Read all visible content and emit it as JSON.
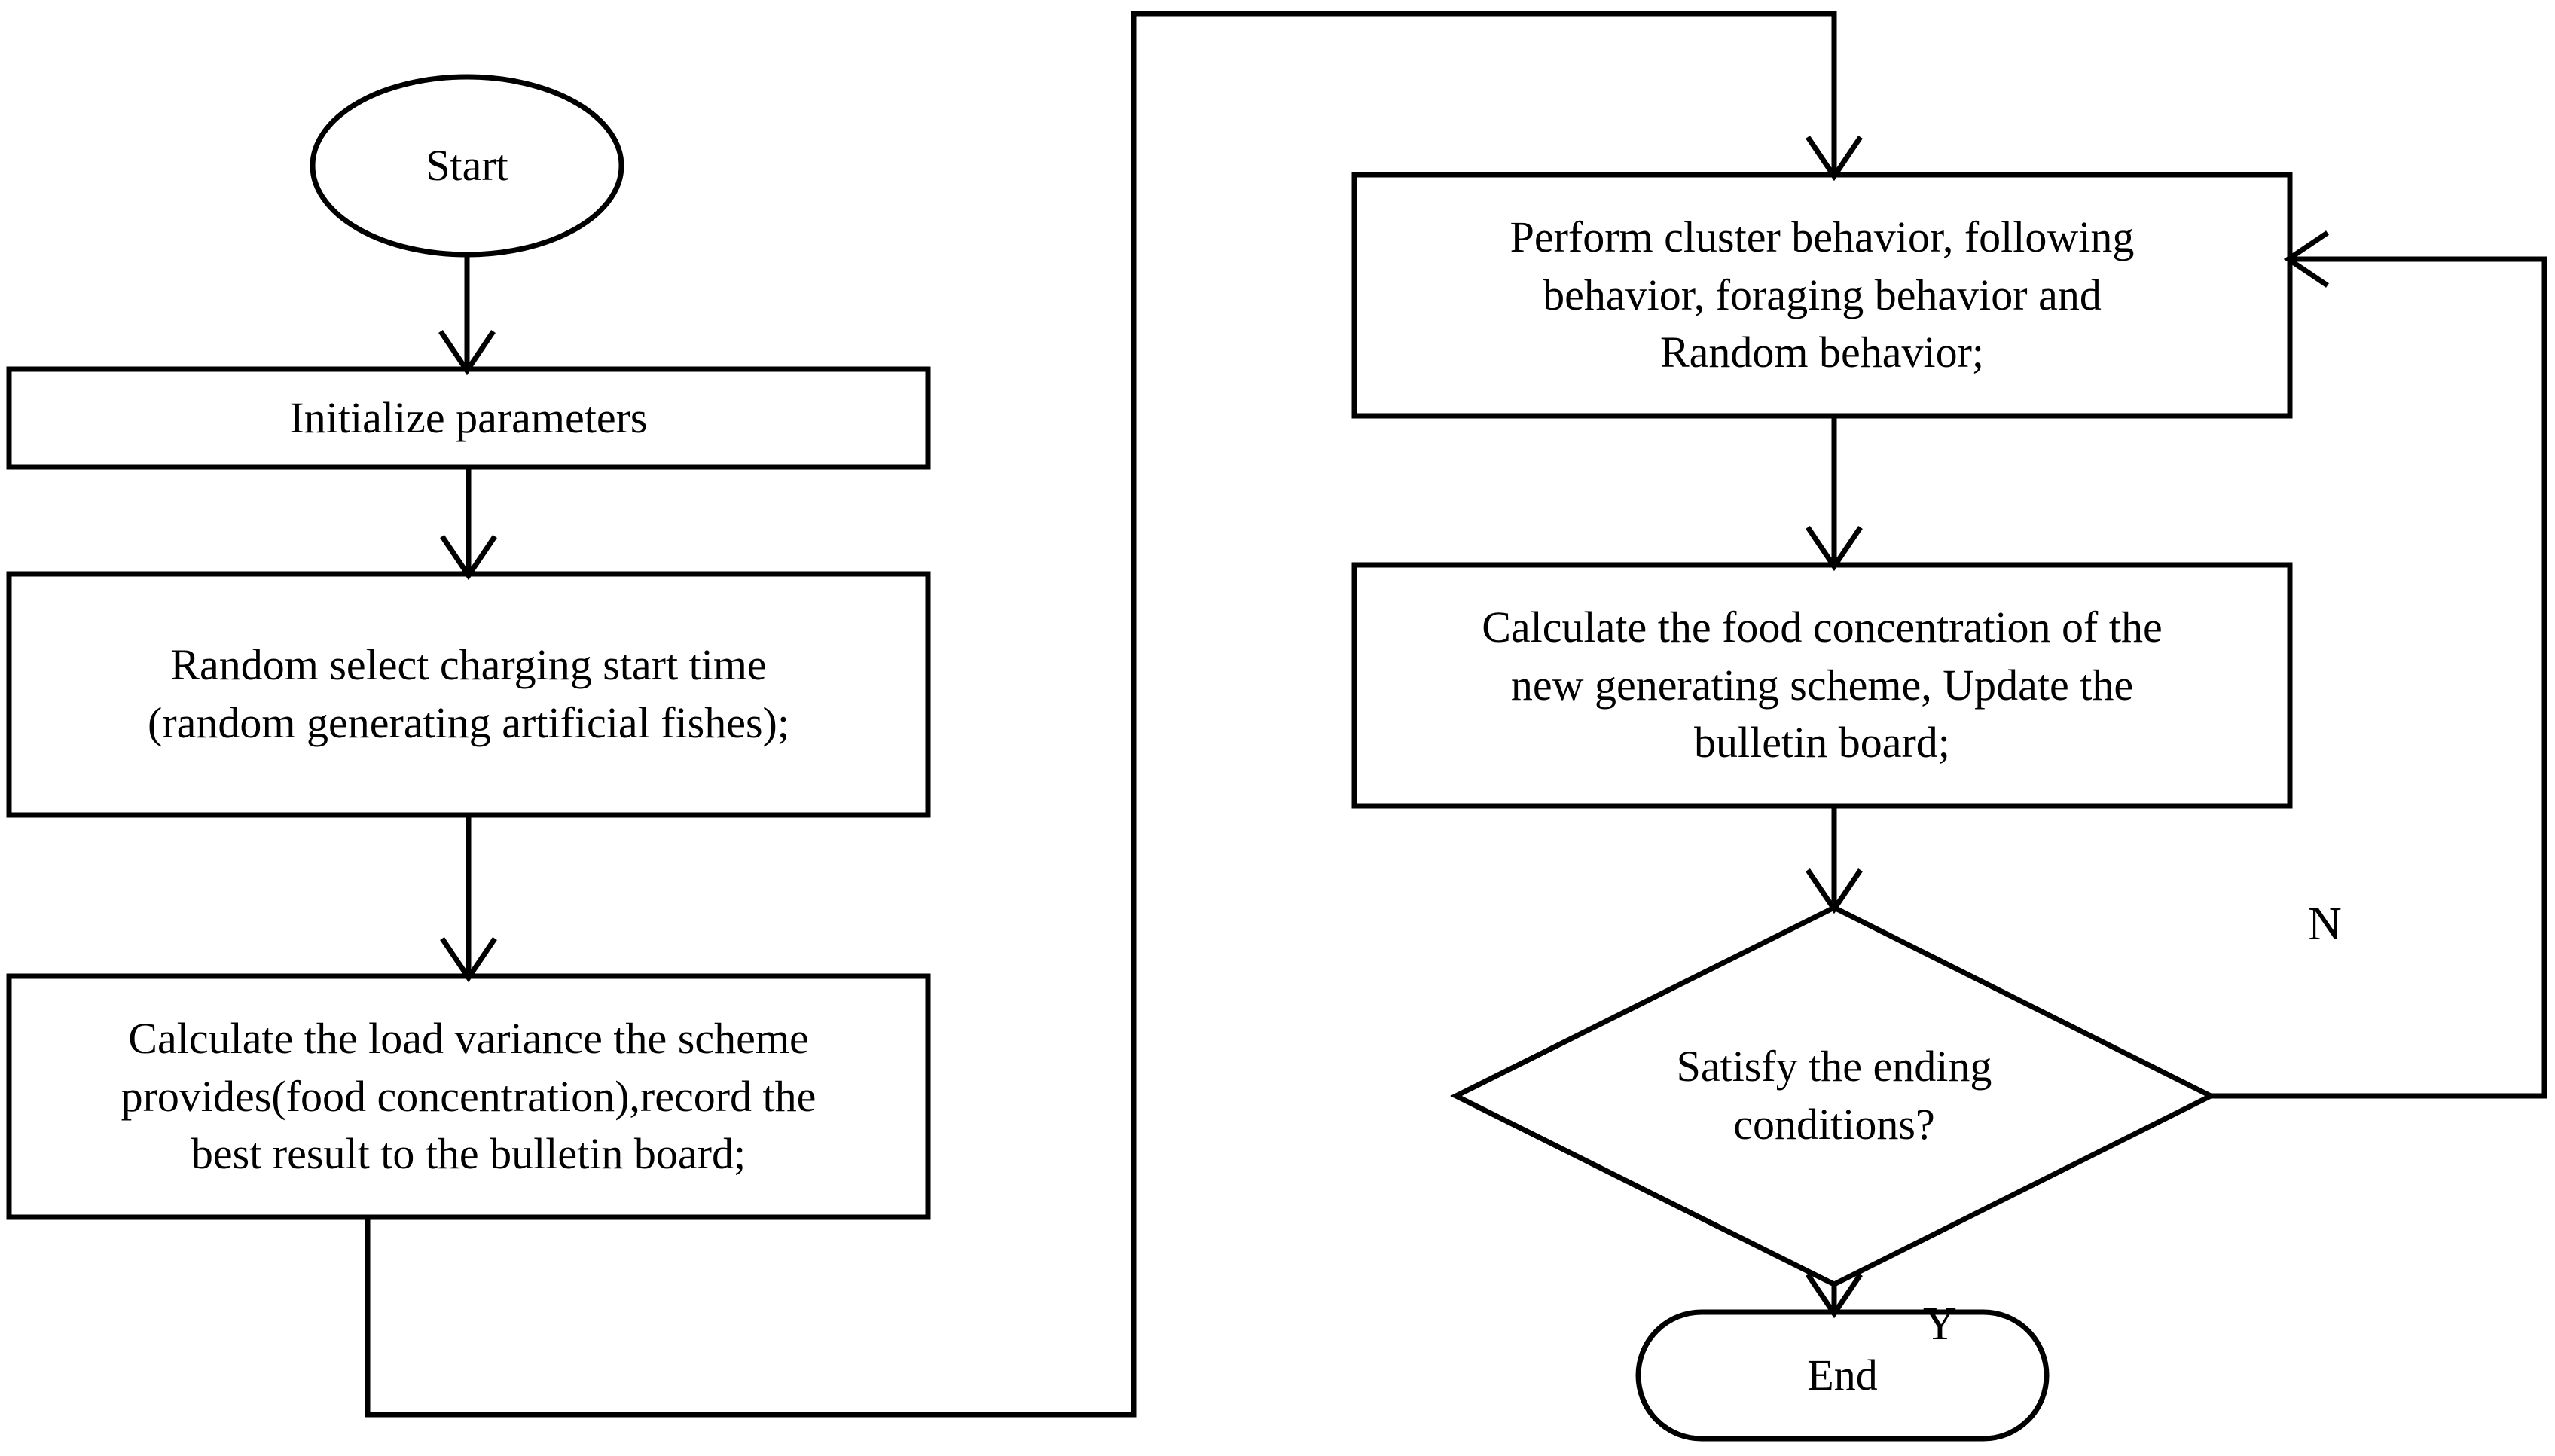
{
  "diagram": {
    "type": "flowchart",
    "title": "Artificial Fish Swarm Algorithm charging scheduling flowchart",
    "orientation": "two-column, top-to-bottom with feedback loops",
    "background_color": "#FFFFFF",
    "stroke_color": "#000000"
  },
  "nodes": {
    "start": {
      "label": "Start",
      "shape": "ellipse",
      "role": "terminator"
    },
    "initialize": {
      "label": "Initialize parameters",
      "shape": "rectangle",
      "role": "process"
    },
    "random_select": {
      "label": "Random select charging start time\n(random generating artificial fishes);",
      "shape": "rectangle",
      "role": "process"
    },
    "calculate_variance": {
      "label": "Calculate the load variance the scheme\nprovides(food concentration),record the\nbest result to the bulletin board;",
      "shape": "rectangle",
      "role": "process"
    },
    "perform_behavior": {
      "label": "Perform cluster behavior, following\nbehavior, foraging behavior and\nRandom behavior;",
      "shape": "rectangle",
      "role": "process"
    },
    "calculate_food": {
      "label": "Calculate the food concentration of the\nnew generating scheme, Update the\nbulletin board;",
      "shape": "rectangle",
      "role": "process"
    },
    "decision": {
      "label": "Satisfy the ending\nconditions?",
      "shape": "diamond",
      "role": "decision"
    },
    "end": {
      "label": "End",
      "shape": "rounded-rectangle",
      "role": "terminator"
    }
  },
  "edge_labels": {
    "no_branch": "N",
    "yes_branch": "Y"
  },
  "edges": [
    {
      "from": "start",
      "to": "initialize",
      "label": ""
    },
    {
      "from": "initialize",
      "to": "random_select",
      "label": ""
    },
    {
      "from": "random_select",
      "to": "calculate_variance",
      "label": ""
    },
    {
      "from": "calculate_variance",
      "to": "perform_behavior",
      "label": ""
    },
    {
      "from": "perform_behavior",
      "to": "calculate_food",
      "label": ""
    },
    {
      "from": "calculate_food",
      "to": "decision",
      "label": ""
    },
    {
      "from": "decision",
      "to": "perform_behavior",
      "label": "N"
    },
    {
      "from": "decision",
      "to": "end",
      "label": "Y"
    }
  ]
}
